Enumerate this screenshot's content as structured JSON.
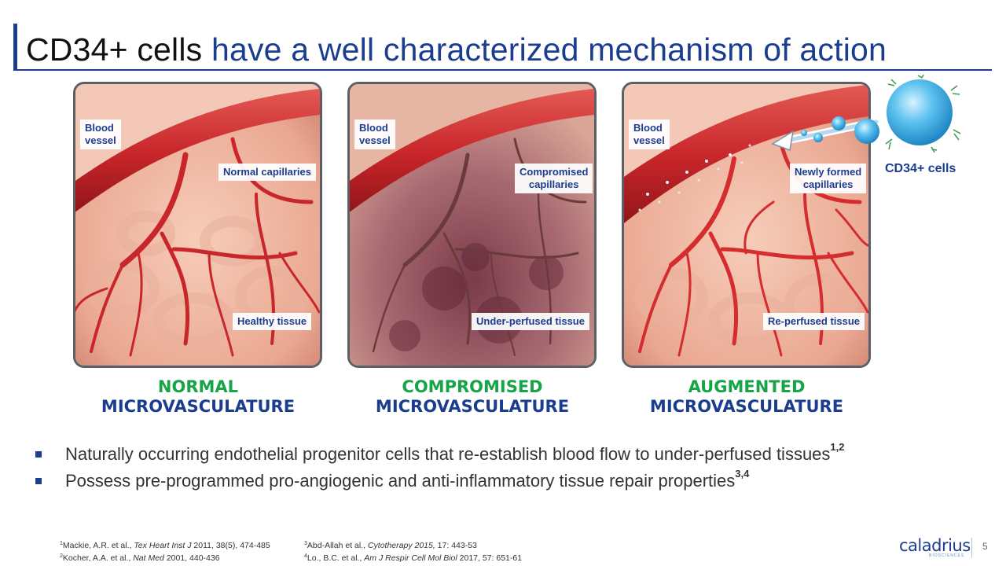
{
  "slide": {
    "title_highlight": "CD34+ cells",
    "title_rest": " have a well characterized mechanism of action",
    "page_number": "5"
  },
  "panels": [
    {
      "vessel_label_line1": "Blood",
      "vessel_label_line2": "vessel",
      "capillary_label_line1": "Normal capillaries",
      "capillary_label_line2": "",
      "tissue_label": "Healthy tissue",
      "caption_line1": "NORMAL",
      "caption_line2": "MICROVASCULATURE"
    },
    {
      "vessel_label_line1": "Blood",
      "vessel_label_line2": "vessel",
      "capillary_label_line1": "Compromised",
      "capillary_label_line2": "capillaries",
      "tissue_label": "Under-perfused tissue",
      "caption_line1": "COMPROMISED",
      "caption_line2": "MICROVASCULATURE"
    },
    {
      "vessel_label_line1": "Blood",
      "vessel_label_line2": "vessel",
      "capillary_label_line1": "Newly formed",
      "capillary_label_line2": "capillaries",
      "tissue_label": "Re-perfused tissue",
      "caption_line1": "AUGMENTED",
      "caption_line2": "MICROVASCULATURE"
    }
  ],
  "cd34_label": "CD34+ cells",
  "bullets": [
    {
      "text": "Naturally occurring endothelial progenitor cells that re-establish blood flow to under-perfused tissues",
      "sup": "1,2"
    },
    {
      "text": "Possess pre-programmed pro-angiogenic and anti-inflammatory tissue repair properties",
      "sup": "3,4"
    }
  ],
  "references": [
    {
      "num": "1",
      "authors": "Mackie, A.R. et al., ",
      "journal": "Tex Heart Inst J",
      "details": " 2011, 38(5), 474-485"
    },
    {
      "num": "2",
      "authors": "Kocher, A.A. et al., ",
      "journal": "Nat Med",
      "details": " 2001, 440-436"
    },
    {
      "num": "3",
      "authors": "Abd-Allah et al., ",
      "journal": "Cytotherapy 2015,",
      "details": " 17: 443-53"
    },
    {
      "num": "4",
      "authors": "Lo., B.C. et al., ",
      "journal": "Am J Respir Cell Mol Biol",
      "details": " 2017, 57: 651-61"
    }
  ],
  "logo": {
    "word": "caladrius",
    "sub": "BIOSCIENCES"
  },
  "colors": {
    "brand_blue": "#1b3d8f",
    "caption_green": "#17a447",
    "vessel_red": "#c8262a",
    "tissue_pink": "#f0b9a6",
    "cell_blue": "#2aa7e0"
  },
  "icons": [
    "square-bullet-icon",
    "cd34-cell-icon",
    "arrow-icon"
  ]
}
